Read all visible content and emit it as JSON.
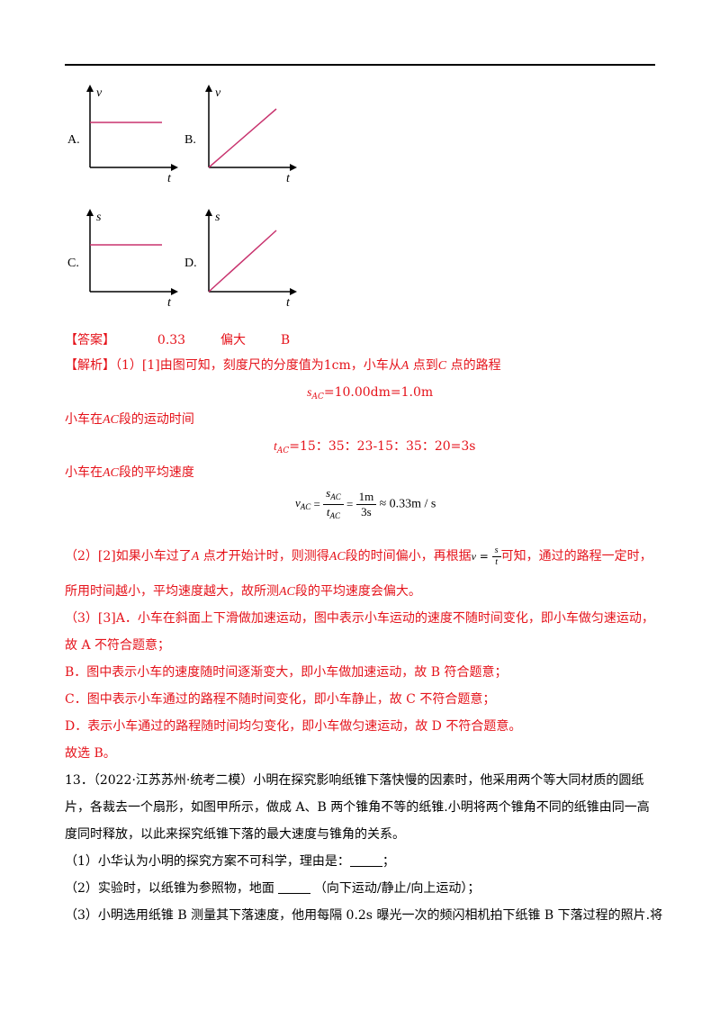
{
  "options": [
    {
      "letter": "A.",
      "y_label": "v",
      "x_label": "t",
      "shape": "flat"
    },
    {
      "letter": "B.",
      "y_label": "v",
      "x_label": "t",
      "shape": "rising"
    },
    {
      "letter": "C.",
      "y_label": "s",
      "x_label": "t",
      "shape": "flat"
    },
    {
      "letter": "D.",
      "y_label": "s",
      "x_label": "t",
      "shape": "rising"
    }
  ],
  "answer": {
    "label": "【答案】",
    "a1": "0.33",
    "a2": "偏大",
    "a3": "B"
  },
  "analysis": {
    "label": "【解析】",
    "l1": "（1）[1]由图可知，刻度尺的分度值为1cm，小车从",
    "l1_A": "A",
    "l1_mid": " 点到",
    "l1_C": "C",
    "l1_end": " 点的路程",
    "eq1_s": "s",
    "eq1_sub": "AC",
    "eq1_rhs": "=10.00dm=1.0m",
    "l2": "小车在",
    "l2_ac": "AC",
    "l2_end": "段的运动时间",
    "eq2_t": "t",
    "eq2_sub": "AC",
    "eq2_rhs": "=15：35：23-15：35：20=3s",
    "l3": "小车在",
    "l3_ac": "AC",
    "l3_end": "段的平均速度",
    "eq3_v": "v",
    "eq3_vsub": "AC",
    "eq3_eq": "=",
    "eq3_s": "s",
    "eq3_ssub": "AC",
    "eq3_t": "t",
    "eq3_tsub": "AC",
    "eq3_eq2": "=",
    "eq3_num": "1m",
    "eq3_den": "3s",
    "eq3_rhs": "≈ 0.33m / s",
    "p2_a": "（2）[2]如果小车过了",
    "p2_A": "A",
    "p2_b": " 点才开始计时，则测得",
    "p2_ac": "AC",
    "p2_c": "段的时间偏小，再根据",
    "p2_v": "v",
    "p2_eq": " = ",
    "p2_s": "s",
    "p2_t": "t",
    "p2_d": "可知，通过的路程一定时，",
    "p2_l2a": "所用时间越小，平均速度越大，故所测",
    "p2_l2ac": "AC",
    "p2_l2b": "段的平均速度会偏大。",
    "p3_l1": "（3）[3]A．小车在斜面上下滑做加速运动，图中表示小车运动的速度不随时间变化，即小车做匀速运动，",
    "p3_l2": "故 A 不符合题意；",
    "p3_b": "B．图中表示小车的速度随时间逐渐变大，即小车做加速运动，故 B 符合题意；",
    "p3_c": "C．图中表示小车通过的路程不随时间变化，即小车静止，故 C 不符合题意；",
    "p3_d": "D．表示小车通过的路程随时间均匀变化，即小车做匀速运动，故 D 不符合题意。",
    "p3_end": "故选 B。"
  },
  "question13": {
    "l1": "13．（2022·江苏苏州·统考二模）小明在探究影响纸锥下落快慢的因素时，他采用两个等大同材质的圆纸",
    "l2": "片，各裁去一个扇形，如图甲所示，做成 A、B 两个锥角不等的纸锥.小明将两个锥角不同的纸锥由同一高",
    "l3": "度同时释放，以此来探究纸锥下落的最大速度与锥角的关系。",
    "s1a": "（1）小华认为小明的探究方案不可科学，理由是：",
    "s1b": "；",
    "s2a": "（2）实验时，以纸锥为参照物，地面",
    "s2b": "（向下运动/静止/向上运动）；",
    "s3": "（3）小明选用纸锥 B 测量其下落速度，他用每隔 0.2s 曝光一次的频闪相机拍下纸锥 B 下落过程的照片.将"
  },
  "colors": {
    "red_text": "#e5131b",
    "graph_line": "#c8336e"
  }
}
